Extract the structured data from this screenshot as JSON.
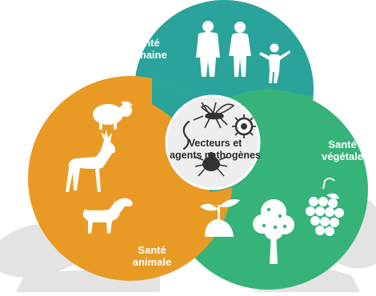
{
  "diagram": {
    "human": {
      "line1": "Santé",
      "line2": "humaine",
      "color": "#2aa39b"
    },
    "plant": {
      "line1": "Santé",
      "line2": "végétale",
      "color": "#35b379"
    },
    "animal": {
      "line1": "Santé",
      "line2": "animale",
      "color": "#e89a25"
    },
    "center": {
      "line1": "Vecteurs et",
      "line2": "agents pathogènes",
      "color": "#eeeeee"
    },
    "background_map_color": "#e3e3e3",
    "icons": [
      "man-icon",
      "woman-icon",
      "child-icon",
      "sheep-icon",
      "deer-icon",
      "dog-icon",
      "mosquito-icon",
      "virus-icon",
      "worm-icon",
      "tick-icon",
      "seedling-icon",
      "fruit-tree-icon",
      "grapes-icon"
    ]
  }
}
